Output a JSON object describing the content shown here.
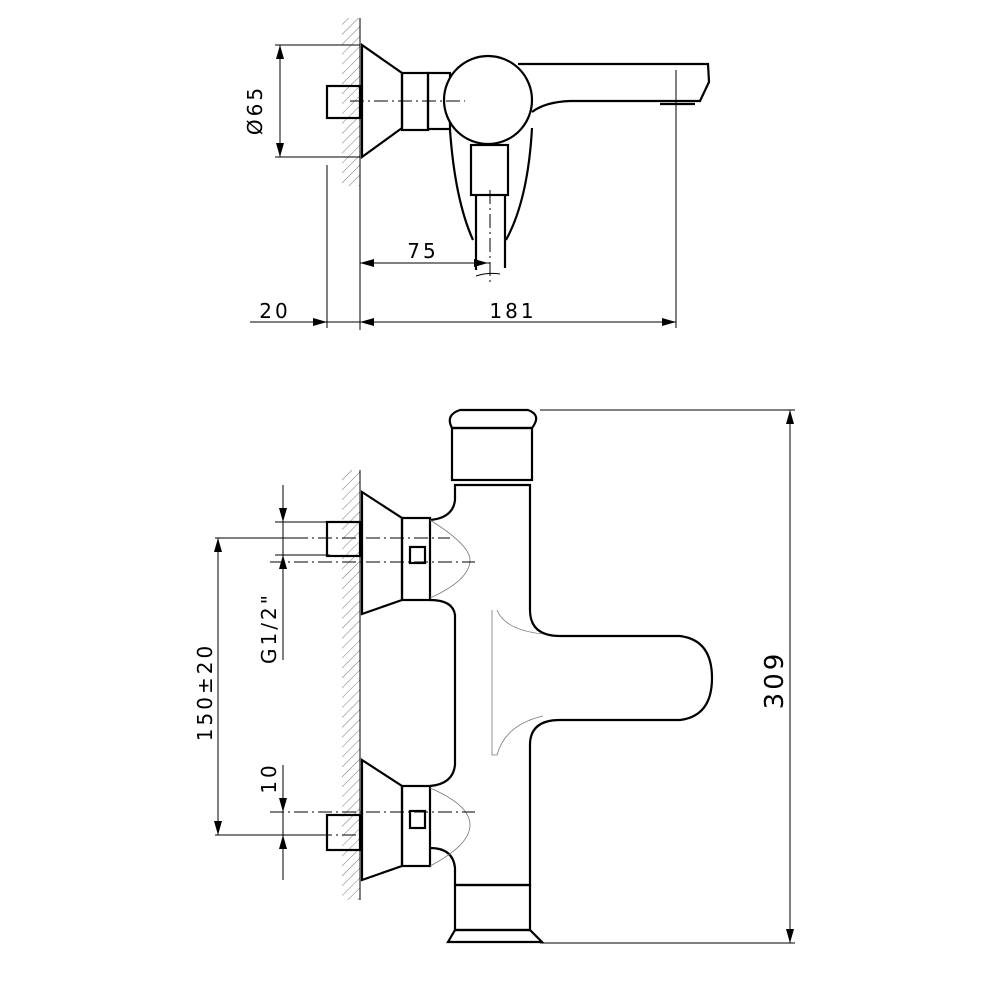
{
  "top_view": {
    "dim_diameter": "Ø65",
    "dim_offset": "75",
    "dim_wall": "20",
    "dim_projection": "181"
  },
  "front_view": {
    "dim_thread": "G1/2\"",
    "dim_centers": "150±20",
    "dim_eccentric": "10",
    "dim_height": "309"
  }
}
